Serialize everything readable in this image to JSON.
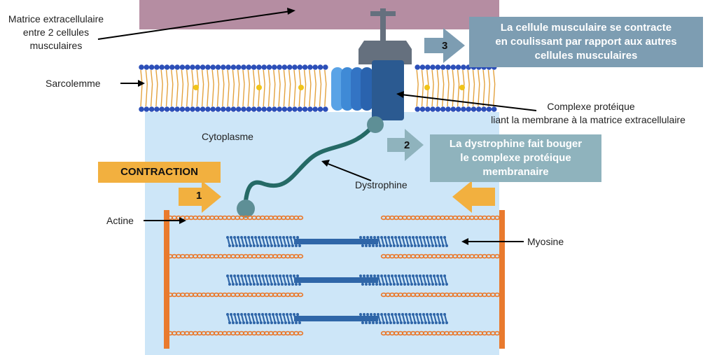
{
  "colors": {
    "ecm": "#b58da2",
    "cytoplasm": "#cde6f8",
    "lipid_head": "#2c4fb8",
    "lipid_tail": "#e3a23f",
    "actin": "#e97a2e",
    "myosin": "#2f66a8",
    "dystrophin": "#256a66",
    "arrow_orange": "#f2b03f",
    "box_blue": "#7d9db2",
    "box_teal": "#8fb3bd"
  },
  "labels": {
    "ecm_line1": "Matrice extracellulaire",
    "ecm_line2": "entre 2 cellules",
    "ecm_line3": "musculaires",
    "sarcolemma": "Sarcolemme",
    "cytoplasm": "Cytoplasme",
    "complex_line1": "Complexe protéique",
    "complex_line2": "liant la membrane à la matrice extracellulaire",
    "dystrophin": "Dystrophine",
    "actin": "Actine",
    "myosin": "Myosine"
  },
  "steps": {
    "contraction": "CONTRACTION",
    "step1": "1",
    "step2": "2",
    "step2_line1": "La dystrophine fait bouger",
    "step2_line2": "le complexe protéique",
    "step2_line3": "membranaire",
    "step3": "3",
    "step3_line1": "La cellule musculaire se contracte",
    "step3_line2": "en coulissant par rapport aux autres",
    "step3_line3": "cellules musculaires"
  }
}
